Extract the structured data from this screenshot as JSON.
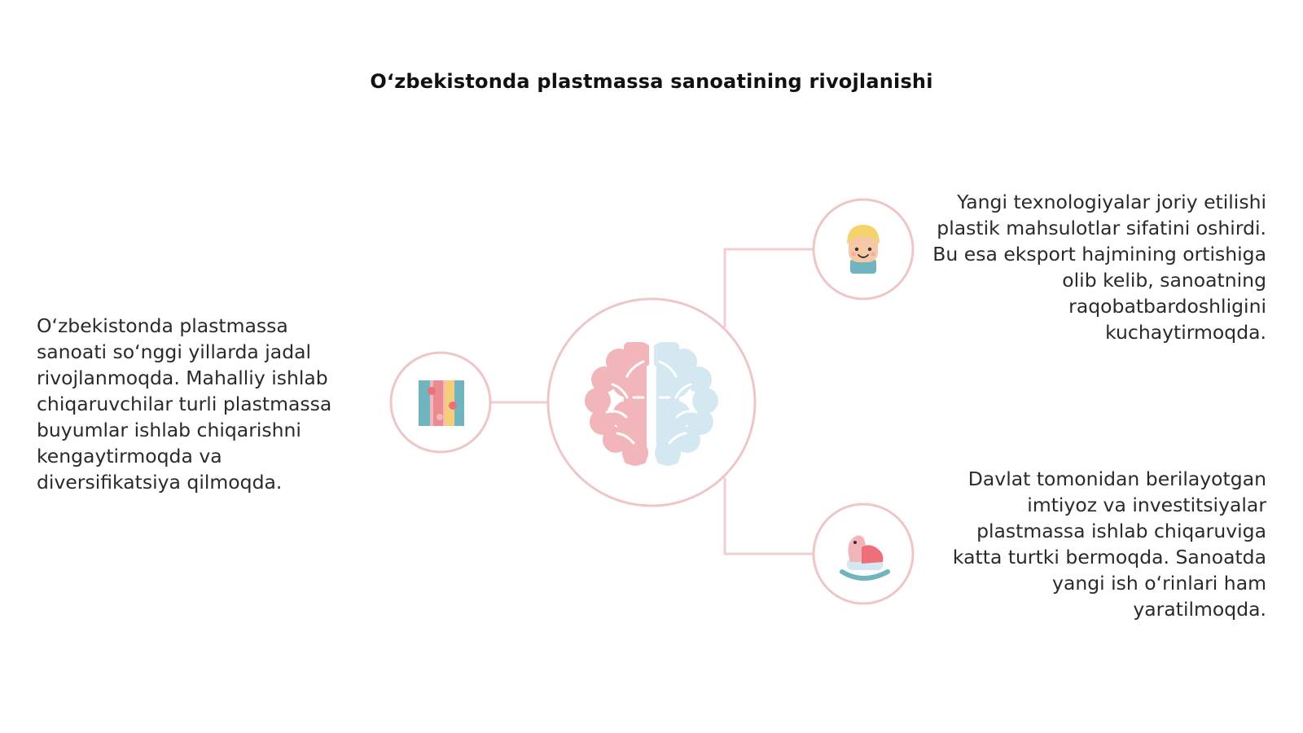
{
  "title": "O‘zbekistonda plastmassa sanoatining rivojlanishi",
  "blocks": {
    "left": "O‘zbekistonda plastmassa sanoati so‘nggi yillarda jadal rivojlanmoqda. Mahalliy ishlab chiqaruvchilar turli plastmassa buyumlar ishlab chiqarishni kengaytirmoqda va diversifikatsiya qilmoqda.",
    "right_top": "Yangi texnologiyalar joriy etilishi plastik mahsulotlar sifatini oshirdi. Bu esa eksport hajmining ortishiga olib kelib, sanoatning raqobatbardoshligini kuchaytirmoqda.",
    "right_bottom": "Davlat tomonidan berilayotgan imtiyoz va investitsiyalar plastmassa ishlab chiqaruviga katta turtki bermoqda. Sanoatda yangi ish o‘rinlari ham yaratilmoqda."
  },
  "icons": {
    "center": "brain-icon",
    "left": "puzzle-blocks-icon",
    "right_top": "child-face-icon",
    "right_bottom": "rocking-horse-icon"
  },
  "colors": {
    "line": "#f0cfd0",
    "circle_stroke": "#efc6c8",
    "pink": "#ec9fa6",
    "pink_light": "#f2b5b9",
    "blue_light": "#d3e8f0",
    "teal": "#6fb4be",
    "yellow": "#f5d36b"
  }
}
